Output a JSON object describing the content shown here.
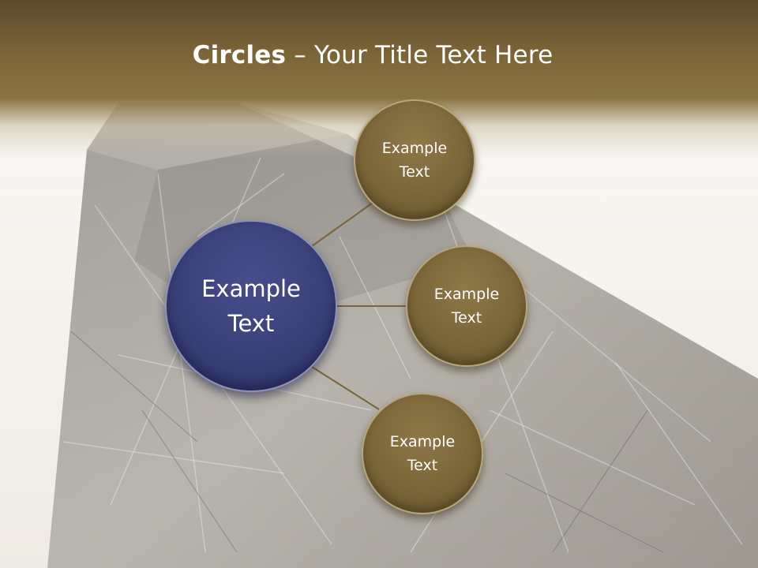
{
  "slide": {
    "title_bold": "Circles",
    "title_rest": " – Your Title Text Here"
  },
  "diagram": {
    "center": {
      "label": "Example\nText"
    },
    "nodes": [
      {
        "label": "Example\nText"
      },
      {
        "label": "Example\nText"
      },
      {
        "label": "Example\nText"
      }
    ]
  },
  "colors": {
    "header": "#7c6538",
    "node_fill": "#7a6638",
    "center_fill": "#394078",
    "connector": "#7a6638"
  }
}
